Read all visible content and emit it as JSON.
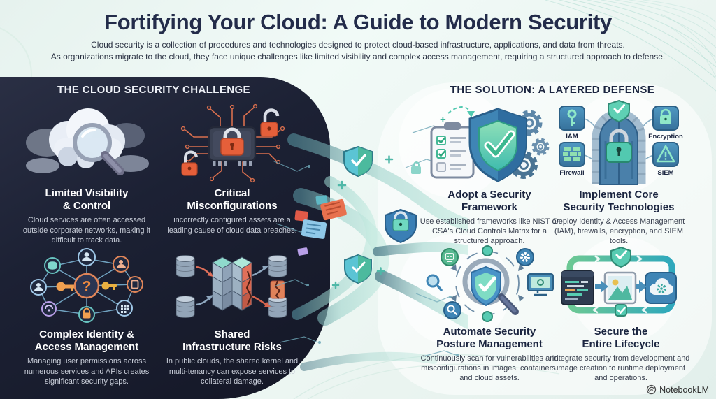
{
  "header": {
    "title": "Fortifying Your Cloud: A Guide to Modern Security",
    "subtitle_line1": "Cloud security is a collection of procedures and technologies designed to protect cloud-based infrastructure, applications, and data from threats.",
    "subtitle_line2": "As organizations migrate to the cloud, they face unique challenges like limited visibility and complex access management, requiring a structured approach to defense."
  },
  "challenge": {
    "heading": "THE CLOUD SECURITY CHALLENGE",
    "items": [
      {
        "icon": "cloud-magnifier-icon",
        "title_line1": "Limited Visibility",
        "title_line2": "& Control",
        "description": "Cloud services are often accessed outside corporate networks, making it difficult to track data."
      },
      {
        "icon": "chip-unlocked-icon",
        "title_line1": "Critical",
        "title_line2": "Misconfigurations",
        "description": "incorrectly configured assets are a leading cause of cloud data breaches."
      },
      {
        "icon": "identity-network-icon",
        "title_line1": "Complex Identity &",
        "title_line2": "Access Management",
        "description": "Managing user permissions across numerous services and APIs creates significant security gaps."
      },
      {
        "icon": "shared-infrastructure-icon",
        "title_line1": "Shared",
        "title_line2": "Infrastructure Risks",
        "description": "In public clouds, the shared kernel and multi-tenancy can expose services to collateral damage."
      }
    ]
  },
  "solution": {
    "heading": "THE SOLUTION: A LAYERED DEFENSE",
    "items": [
      {
        "icon": "framework-shield-icon",
        "title_line1": "Adopt a Security",
        "title_line2": "Framework",
        "description": "Use established frameworks like NIST or CSA's Cloud Controls Matrix for a structured approach."
      },
      {
        "icon": "door-technologies-icon",
        "title_line1": "Implement Core",
        "title_line2": "Security Technologies",
        "description": "Deploy Identity & Access Management (IAM), firewalls, encryption, and SIEM tools.",
        "tech_labels": {
          "iam": "IAM",
          "encryption": "Encryption",
          "firewall": "Firewall",
          "siem": "SIEM"
        }
      },
      {
        "icon": "posture-scan-icon",
        "title_line1": "Automate Security",
        "title_line2": "Posture Management",
        "description": "Continuously scan for vulnerabilities and misconfigurations in images, containers, and cloud assets."
      },
      {
        "icon": "lifecycle-loop-icon",
        "title_line1": "Secure the",
        "title_line2": "Entire Lifecycle",
        "description": "Integrate security from development and image creation to runtime deployment and operations."
      }
    ]
  },
  "footer": {
    "brand": "NotebookLM"
  },
  "colors": {
    "dark_panel": "#1a1e30",
    "title_navy": "#232c4a",
    "accent_teal": "#52c9b0",
    "accent_blue": "#3f85b5",
    "accent_orange": "#e8623f",
    "background_mint": "#eaf4f0"
  }
}
